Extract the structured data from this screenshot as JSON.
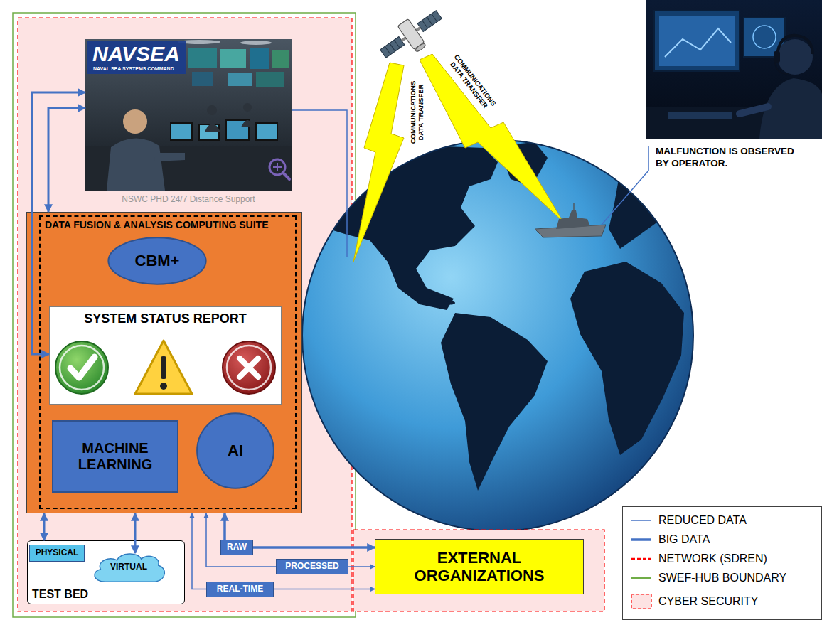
{
  "diagram": {
    "nodes": [
      {
        "text": [
          "NAVSEA",
          "NAVAL SEA SYSTEMS COMMAND",
          "NSWC PHD 24/7 Distance Support"
        ]
      },
      {
        "text": [
          "DATA FUSION & ANALYSIS COMPUTING SUITE"
        ]
      },
      {
        "text": [
          "CBM+"
        ],
        "in": 1
      },
      {
        "text": [
          "SYSTEM STATUS REPORT"
        ],
        "in": 1
      },
      {
        "text": [
          "MACHINE LEARNING"
        ],
        "in": 1
      },
      {
        "text": [
          "AI"
        ],
        "in": 1
      },
      {
        "text": [
          "TEST BED"
        ]
      },
      {
        "text": [
          "PHYSICAL"
        ],
        "in": 6
      },
      {
        "text": [
          "VIRTUAL"
        ],
        "in": 6
      },
      {
        "text": [
          "RAW"
        ]
      },
      {
        "text": [
          "PROCESSED"
        ]
      },
      {
        "text": [
          "REAL-TIME"
        ]
      },
      {
        "text": [
          "EXTERNAL ORGANIZATIONS"
        ]
      }
    ],
    "edges": [
      {
        "from": 0,
        "to": 3,
        "arrow": "both"
      },
      {
        "from": 0,
        "to": 1,
        "arrow": "both"
      },
      {
        "from": 6,
        "to": 1,
        "arrow": "both"
      },
      {
        "from": 8,
        "to": 1,
        "arrow": "both"
      },
      {
        "from": 9,
        "to": 1,
        "arrow": "to"
      },
      {
        "from": 9,
        "to": 12,
        "arrow": "to"
      },
      {
        "from": 10,
        "to": 1,
        "arrow": "to"
      },
      {
        "from": 10,
        "to": 12,
        "arrow": "to"
      },
      {
        "from": 11,
        "to": 1,
        "arrow": "to"
      },
      {
        "from": 11,
        "to": 12,
        "arrow": "to"
      }
    ],
    "labels": [
      "COMMUNICATIONS DATA TRANSFER",
      "COMMUNICATIONS DATA TRANSFER",
      "MALFUNCTION IS OBSERVED BY OPERATOR."
    ],
    "legend": [
      {
        "text": "REDUCED DATA"
      },
      {
        "text": "BIG DATA"
      },
      {
        "text": "NETWORK (SDREN)"
      },
      {
        "text": "SWEF-HUB BOUNDARY"
      },
      {
        "text": "CYBER SECURITY"
      }
    ]
  }
}
